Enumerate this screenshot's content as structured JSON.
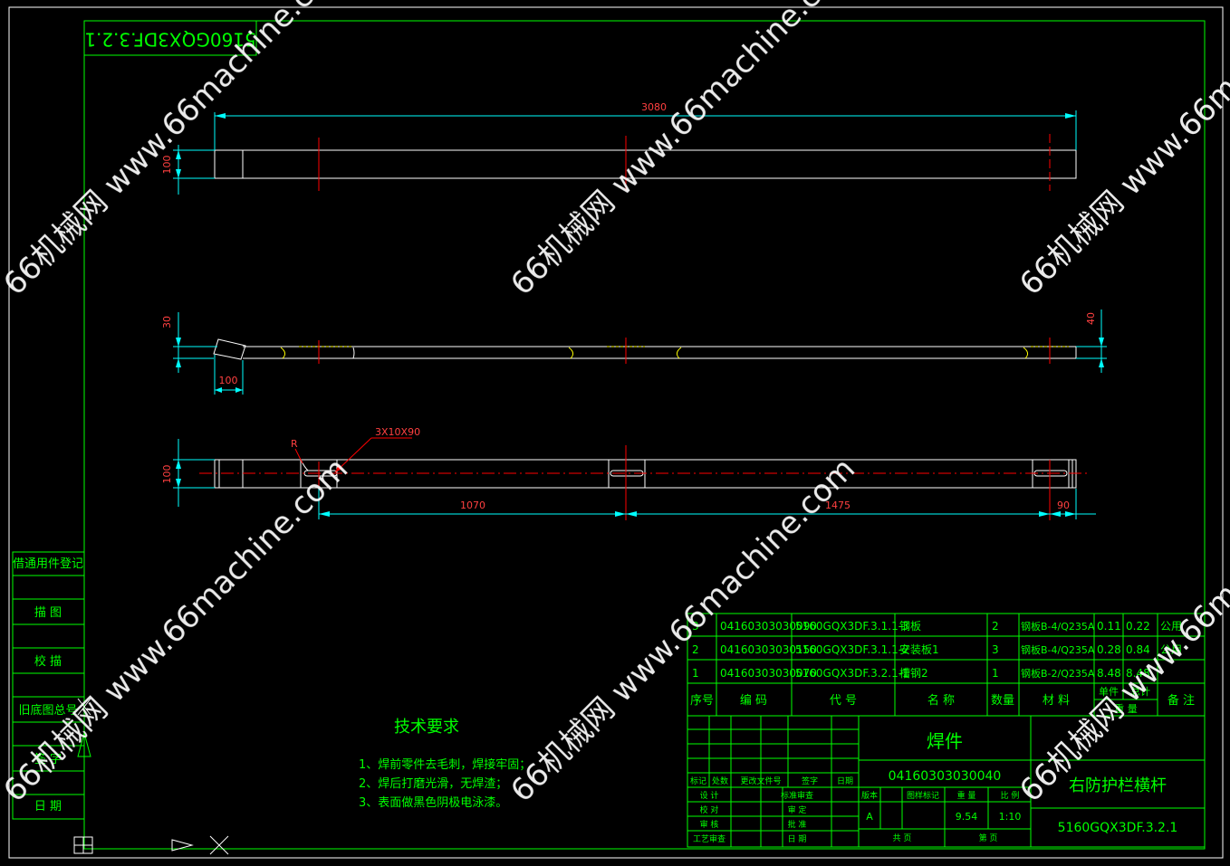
{
  "stamp_code": "5160GQX3DF.3.2.1",
  "dimensions": {
    "overall_length": "3080",
    "top_height": "100",
    "front_height_left": "30",
    "front_height_right": "40",
    "front_bottom": "100",
    "bottom_height": "100",
    "span1": "1070",
    "span2": "1475",
    "span3": "90",
    "slot_note": "3X10X90",
    "radius_label": "R"
  },
  "left_strip": [
    "借通用件登记",
    "描 图",
    "校 描",
    "旧底图总号",
    "签 字",
    "日 期"
  ],
  "tech_requirements": {
    "title": "技术要求",
    "items": [
      "1、焊前零件去毛刺，焊接牢固；",
      "2、焊后打磨光滑，无焊渣；",
      "3、表面做黑色阴极电泳漆。"
    ]
  },
  "bom": {
    "rows": [
      [
        "3",
        "04160303030090",
        "5160GQX3DF.3.1.1-3",
        "钢板",
        "2",
        "钢板B-4/Q235A",
        "0.11",
        "0.22",
        "公用"
      ],
      [
        "2",
        "04160303030150",
        "5160GQX3DF.3.1.1-2",
        "安装板1",
        "3",
        "钢板B-4/Q235A",
        "0.28",
        "0.84",
        "公用"
      ],
      [
        "1",
        "04160303030070",
        "5160GQX3DF.3.2.1-1",
        "槽钢2",
        "1",
        "钢板B-2/Q235A",
        "8.48",
        "8.48",
        ""
      ]
    ],
    "header": {
      "seq": "序号",
      "code": "编 码",
      "drawing_no": "代 号",
      "name": "名 称",
      "qty": "数量",
      "material": "材 料",
      "unit_weight": "单件",
      "total_weight": "总计",
      "weight": "重 量",
      "remark": "备 注"
    }
  },
  "title_block": {
    "part_type": "焊件",
    "code": "04160303030040",
    "part_name": "右防护栏横杆",
    "drawing_no": "5160GQX3DF.3.2.1",
    "rev_labels": [
      "标记",
      "处数",
      "更改文件号",
      "签字",
      "日期"
    ],
    "people_left": [
      "设 计",
      "校 对",
      "审 核",
      "工艺审查"
    ],
    "people_right": [
      "标准审查",
      "审 定",
      "批 准",
      "日 期"
    ],
    "stage_header": [
      "版本",
      "图样标记",
      "重 量",
      "比 例"
    ],
    "stage_values": [
      "A",
      "",
      "9.54",
      "1:10"
    ],
    "sheet_labels": [
      "共 页",
      "第 页"
    ]
  },
  "watermark": "66机械网 www.66machine.com"
}
